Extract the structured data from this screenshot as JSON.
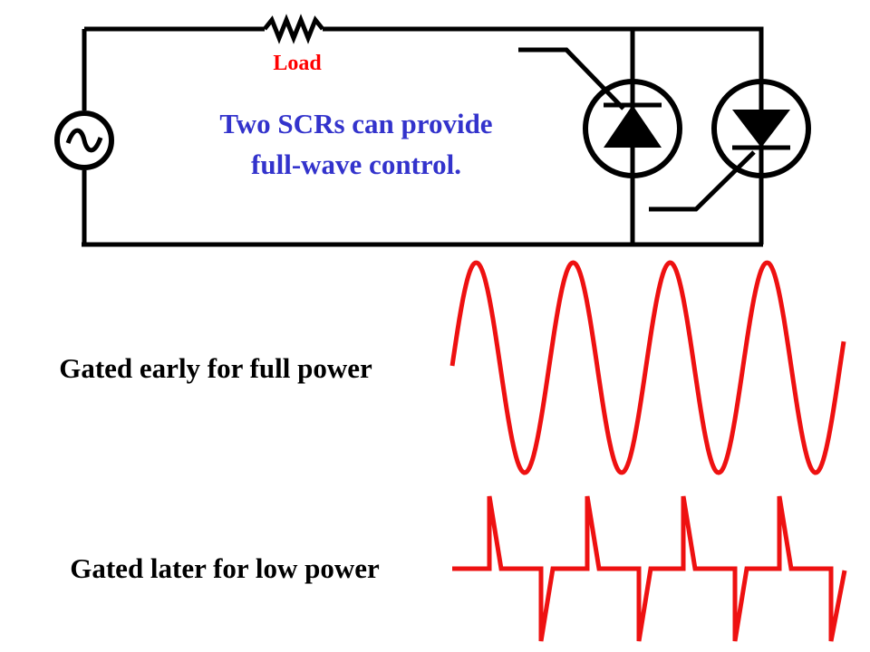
{
  "circuit": {
    "load_label": "Load",
    "caption_line1": "Two SCRs can provide",
    "caption_line2": "full-wave control.",
    "colors": {
      "wire": "#000000",
      "load_label": "#ff0000",
      "caption": "#3333cc"
    },
    "components": [
      "ac-source-icon",
      "load-resistor-icon",
      "scr-forward-icon",
      "scr-reverse-icon"
    ]
  },
  "waveforms": {
    "early": {
      "label": "Gated early for full power",
      "description_value": "full power"
    },
    "late": {
      "label": "Gated later for low power",
      "description_value": "low power"
    },
    "colors": {
      "trace": "#ee1111",
      "label": "#000000"
    }
  }
}
